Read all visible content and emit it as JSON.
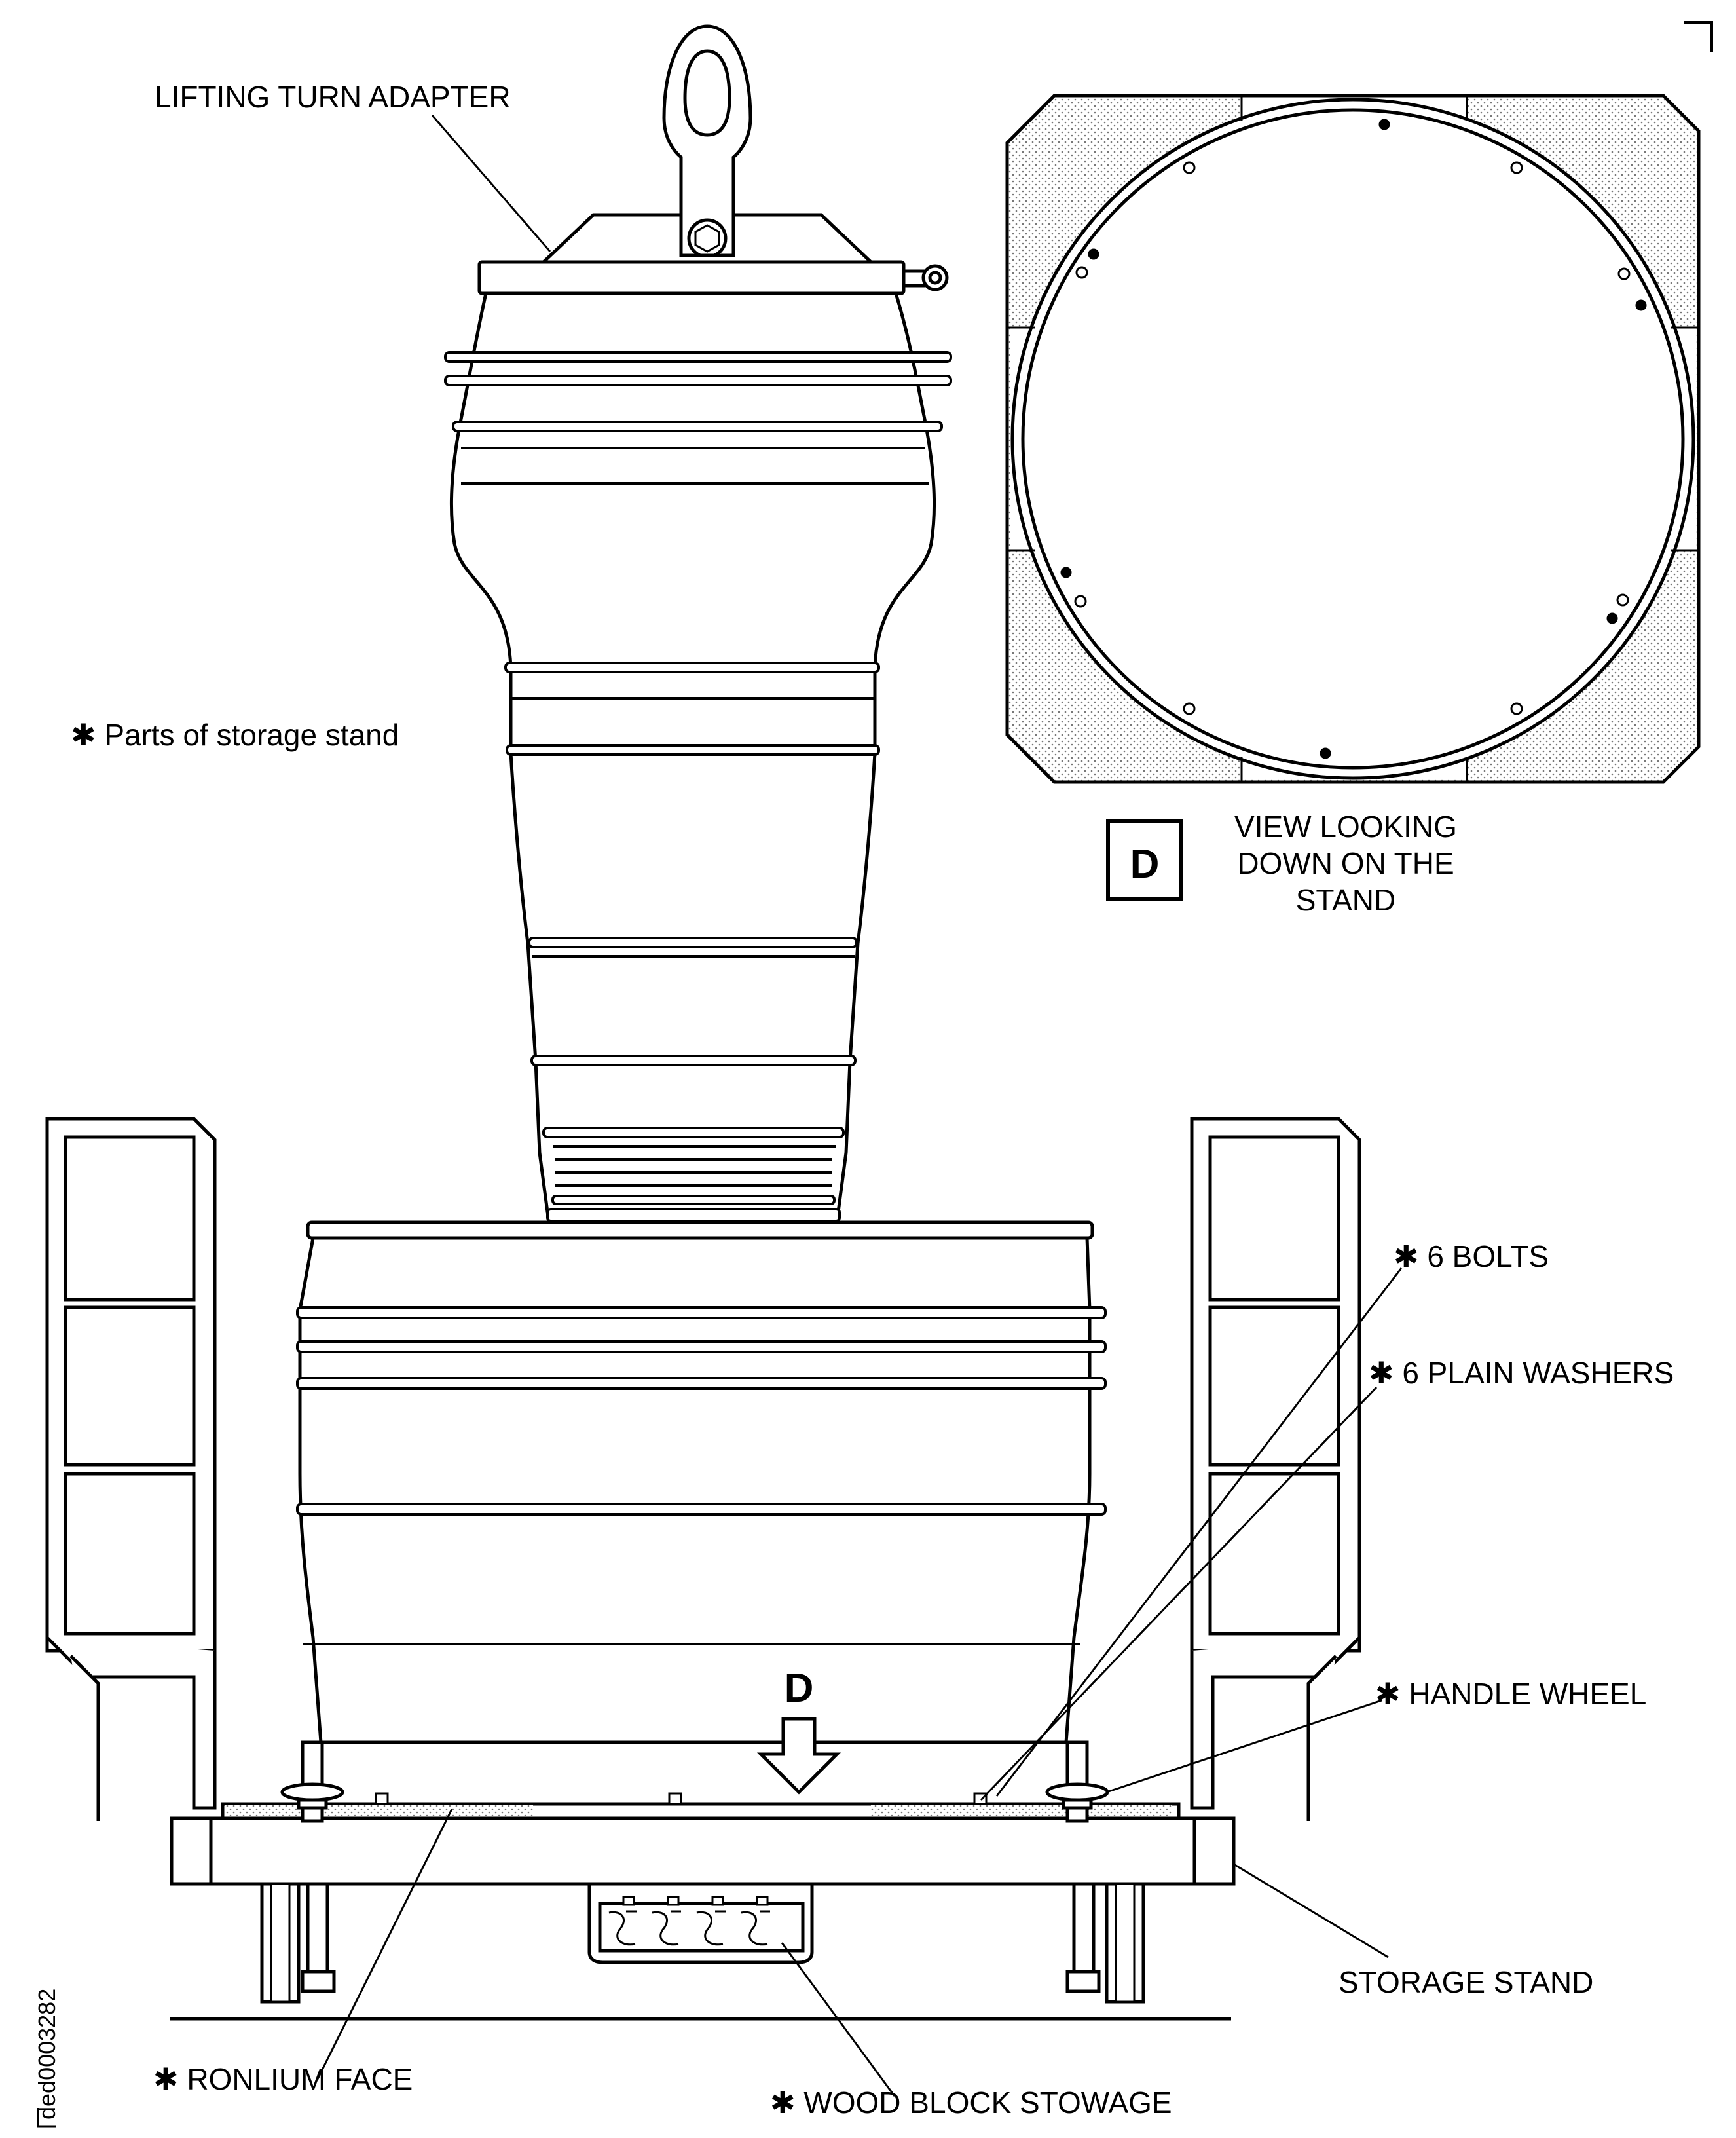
{
  "labels": {
    "lifting_turn_adapter": "LIFTING TURN ADAPTER",
    "parts_note": "✱ Parts of storage stand",
    "view_letter": "D",
    "view_line1": "VIEW LOOKING",
    "view_line2": "DOWN ON THE",
    "view_line3": "STAND",
    "bolts": "✱ 6 BOLTS",
    "washers": "✱ 6 PLAIN WASHERS",
    "handle_wheel": "✱ HANDLE WHEEL",
    "storage_stand": "STORAGE STAND",
    "ronlium_face": "✱ RONLIUM FACE",
    "wood_block": "✱ WOOD BLOCK STOWAGE",
    "arrow_letter": "D",
    "figure_id": "ded0003282"
  },
  "colors": {
    "line": "#000000",
    "background": "#ffffff",
    "stipple": "#8a8a8a"
  }
}
